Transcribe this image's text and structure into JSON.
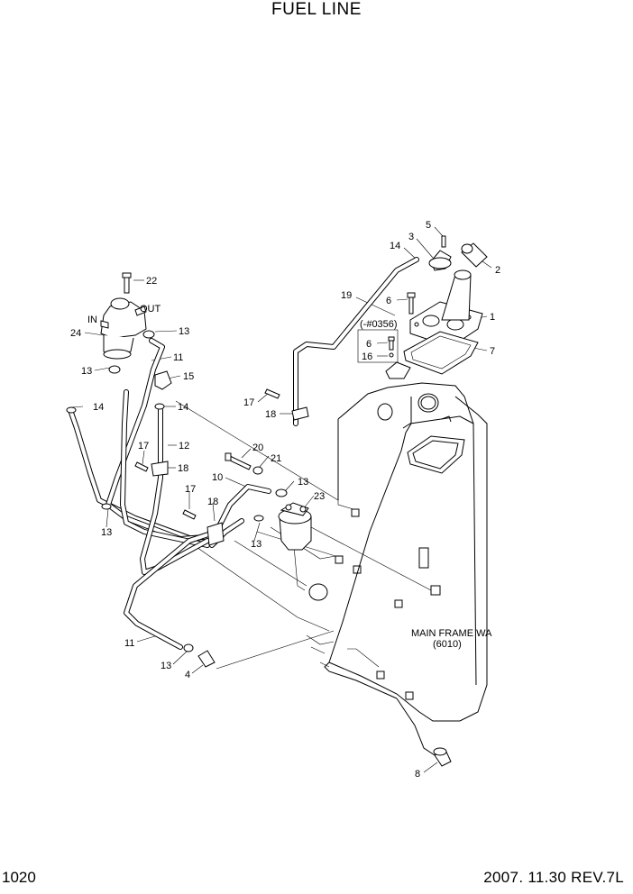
{
  "title": "FUEL LINE",
  "page_number": "1020",
  "revision": "2007. 11.30  REV.7L",
  "frame_label_line1": "MAIN FRAME WA",
  "frame_label_line2": "(6010)",
  "serial_note": "(-#0356)",
  "port_in": "IN",
  "port_out": "OUT",
  "callouts": [
    "5",
    "3",
    "14",
    "2",
    "19",
    "6",
    "1",
    "7",
    "6",
    "16",
    "17",
    "18",
    "22",
    "24",
    "13",
    "11",
    "13",
    "15",
    "14",
    "14",
    "17",
    "12",
    "18",
    "20",
    "21",
    "10",
    "13",
    "17",
    "18",
    "23",
    "13",
    "13",
    "11",
    "13",
    "4",
    "8"
  ]
}
